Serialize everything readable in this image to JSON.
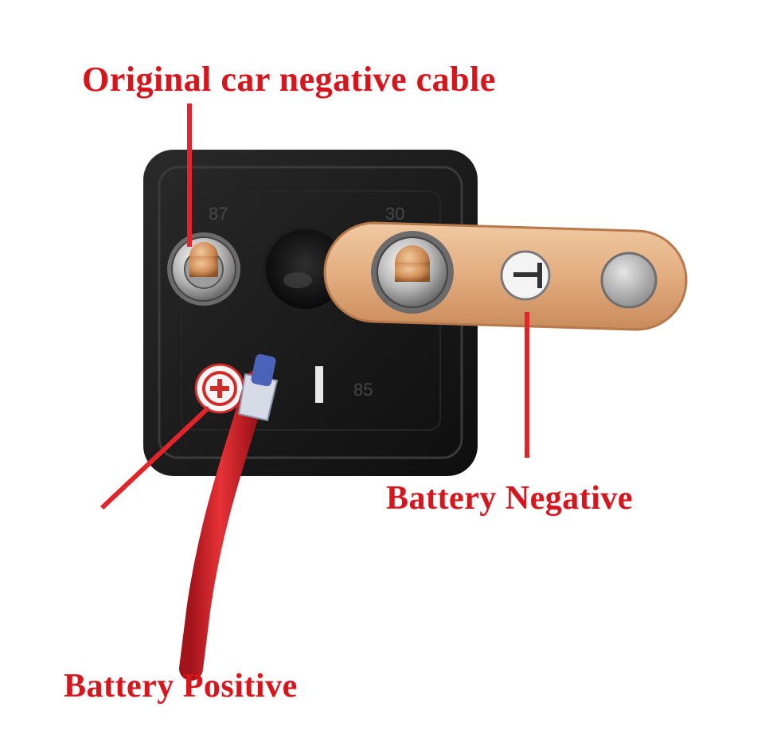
{
  "labels": {
    "original_cable": "Original car negative cable",
    "battery_negative": "Battery Negative",
    "battery_positive": "Battery Positive"
  },
  "terminal_numbers": {
    "top_left": "87",
    "top_right": "30",
    "bottom_right": "85"
  },
  "colors": {
    "label_red": "#d7151d",
    "housing_black": "#141414",
    "copper": "#d99f6b",
    "wire_red": "#d81e22"
  }
}
